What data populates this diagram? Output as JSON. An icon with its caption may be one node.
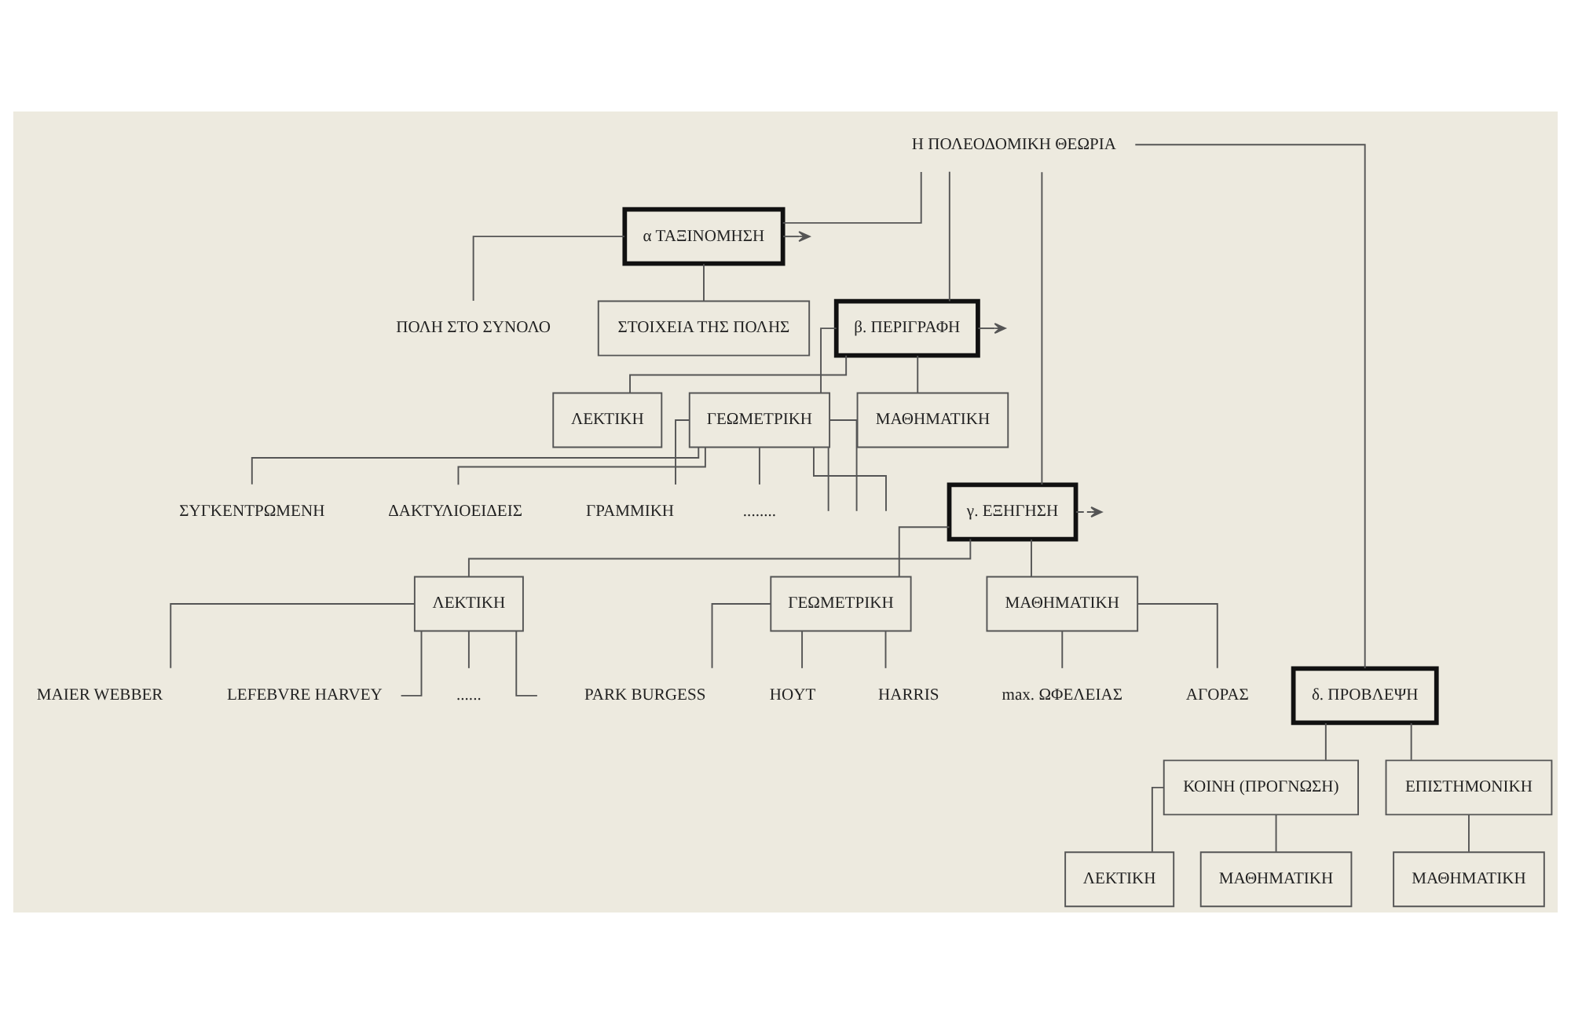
{
  "diagram": {
    "nodes": [
      {
        "text": [
          "Η ΠΟΛΕΟΔΟΜΙΚΗ ΘΕΩΡΙΑ"
        ]
      },
      {
        "text": [
          "α ΤΑΞΙΝΟΜΗΣΗ"
        ]
      },
      {
        "text": [
          "ΠΟΛΗ ΣΤΟ ΣΥΝΟΛΟ"
        ]
      },
      {
        "text": [
          "ΣΤΟΙΧΕΙΑ ΤΗΣ ΠΟΛΗΣ"
        ]
      },
      {
        "text": [
          "β. ΠΕΡΙΓΡΑΦΗ"
        ]
      },
      {
        "text": [
          "ΛΕΚΤΙΚΗ"
        ]
      },
      {
        "text": [
          "ΓΕΩΜΕΤΡΙΚΗ"
        ]
      },
      {
        "text": [
          "ΜΑΘΗΜΑΤΙΚΗ"
        ]
      },
      {
        "text": [
          "ΣΥΓΚΕΝΤΡΩΜΕΝΗ"
        ]
      },
      {
        "text": [
          "ΔΑΚΤΥΛΙΟΕΙΔΕΙΣ"
        ]
      },
      {
        "text": [
          "ΓΡΑΜΜΙΚΗ"
        ]
      },
      {
        "text": [
          "........"
        ]
      },
      {
        "text": [
          "γ. ΕΞΗΓΗΣΗ"
        ]
      },
      {
        "text": [
          "ΛΕΚΤΙΚΗ"
        ]
      },
      {
        "text": [
          "ΓΕΩΜΕΤΡΙΚΗ"
        ]
      },
      {
        "text": [
          "ΜΑΘΗΜΑΤΙΚΗ"
        ]
      },
      {
        "text": [
          "MAIER WEBBER"
        ]
      },
      {
        "text": [
          "LEFEBVRE HARVEY"
        ]
      },
      {
        "text": [
          "......"
        ]
      },
      {
        "text": [
          "PARK BURGESS"
        ]
      },
      {
        "text": [
          "HOYT"
        ]
      },
      {
        "text": [
          "HARRIS"
        ]
      },
      {
        "text": [
          "max. ΩΦΕΛΕΙΑΣ"
        ]
      },
      {
        "text": [
          "ΑΓΟΡΑΣ"
        ]
      },
      {
        "text": [
          "δ. ΠΡΟΒΛΕΨΗ"
        ]
      },
      {
        "text": [
          "ΚΟΙΝΗ (ΠΡΟΓΝΩΣΗ)"
        ]
      },
      {
        "text": [
          "ΕΠΙΣΤΗΜΟΝΙΚΗ"
        ]
      },
      {
        "text": [
          "ΛΕΚΤΙΚΗ"
        ]
      },
      {
        "text": [
          "ΜΑΘΗΜΑΤΙΚΗ"
        ]
      },
      {
        "text": [
          "ΜΑΘΗΜΑΤΙΚΗ"
        ]
      }
    ],
    "edges": [
      {
        "from": 0,
        "to": 1,
        "arrow": "none"
      },
      {
        "from": 0,
        "to": 4,
        "arrow": "none"
      },
      {
        "from": 0,
        "to": 12,
        "arrow": "none"
      },
      {
        "from": 0,
        "to": 24,
        "arrow": "none"
      },
      {
        "from": 1,
        "to": null,
        "arrow": "to"
      },
      {
        "from": 1,
        "to": 2,
        "arrow": "none"
      },
      {
        "from": 1,
        "to": 3,
        "arrow": "none"
      },
      {
        "from": 4,
        "to": null,
        "arrow": "to"
      },
      {
        "from": 4,
        "to": 5,
        "arrow": "none"
      },
      {
        "from": 4,
        "to": 6,
        "arrow": "none"
      },
      {
        "from": 4,
        "to": 7,
        "arrow": "none"
      },
      {
        "from": 6,
        "to": 8,
        "arrow": "none"
      },
      {
        "from": 6,
        "to": 9,
        "arrow": "none"
      },
      {
        "from": 6,
        "to": 10,
        "arrow": "none"
      },
      {
        "from": 6,
        "to": 11,
        "arrow": "none"
      },
      {
        "from": 6,
        "to": null,
        "arrow": "none"
      },
      {
        "from": 6,
        "to": null,
        "arrow": "none"
      },
      {
        "from": 6,
        "to": null,
        "arrow": "none"
      },
      {
        "from": 12,
        "to": null,
        "arrow": "to",
        "style": "dashed"
      },
      {
        "from": 12,
        "to": 13,
        "arrow": "none"
      },
      {
        "from": 12,
        "to": 14,
        "arrow": "none"
      },
      {
        "from": 12,
        "to": 15,
        "arrow": "none"
      },
      {
        "from": 13,
        "to": 16,
        "arrow": "none"
      },
      {
        "from": 13,
        "to": 17,
        "arrow": "none"
      },
      {
        "from": 13,
        "to": 18,
        "arrow": "none"
      },
      {
        "from": 13,
        "to": null,
        "arrow": "none"
      },
      {
        "from": 14,
        "to": 19,
        "arrow": "none"
      },
      {
        "from": 14,
        "to": 20,
        "arrow": "none"
      },
      {
        "from": 14,
        "to": 21,
        "arrow": "none"
      },
      {
        "from": 15,
        "to": 22,
        "arrow": "none"
      },
      {
        "from": 15,
        "to": 23,
        "arrow": "none"
      },
      {
        "from": 24,
        "to": 25,
        "arrow": "none"
      },
      {
        "from": 24,
        "to": 26,
        "arrow": "none"
      },
      {
        "from": 25,
        "to": 27,
        "arrow": "none"
      },
      {
        "from": 25,
        "to": 28,
        "arrow": "none"
      },
      {
        "from": 26,
        "to": 29,
        "arrow": "none"
      }
    ]
  }
}
